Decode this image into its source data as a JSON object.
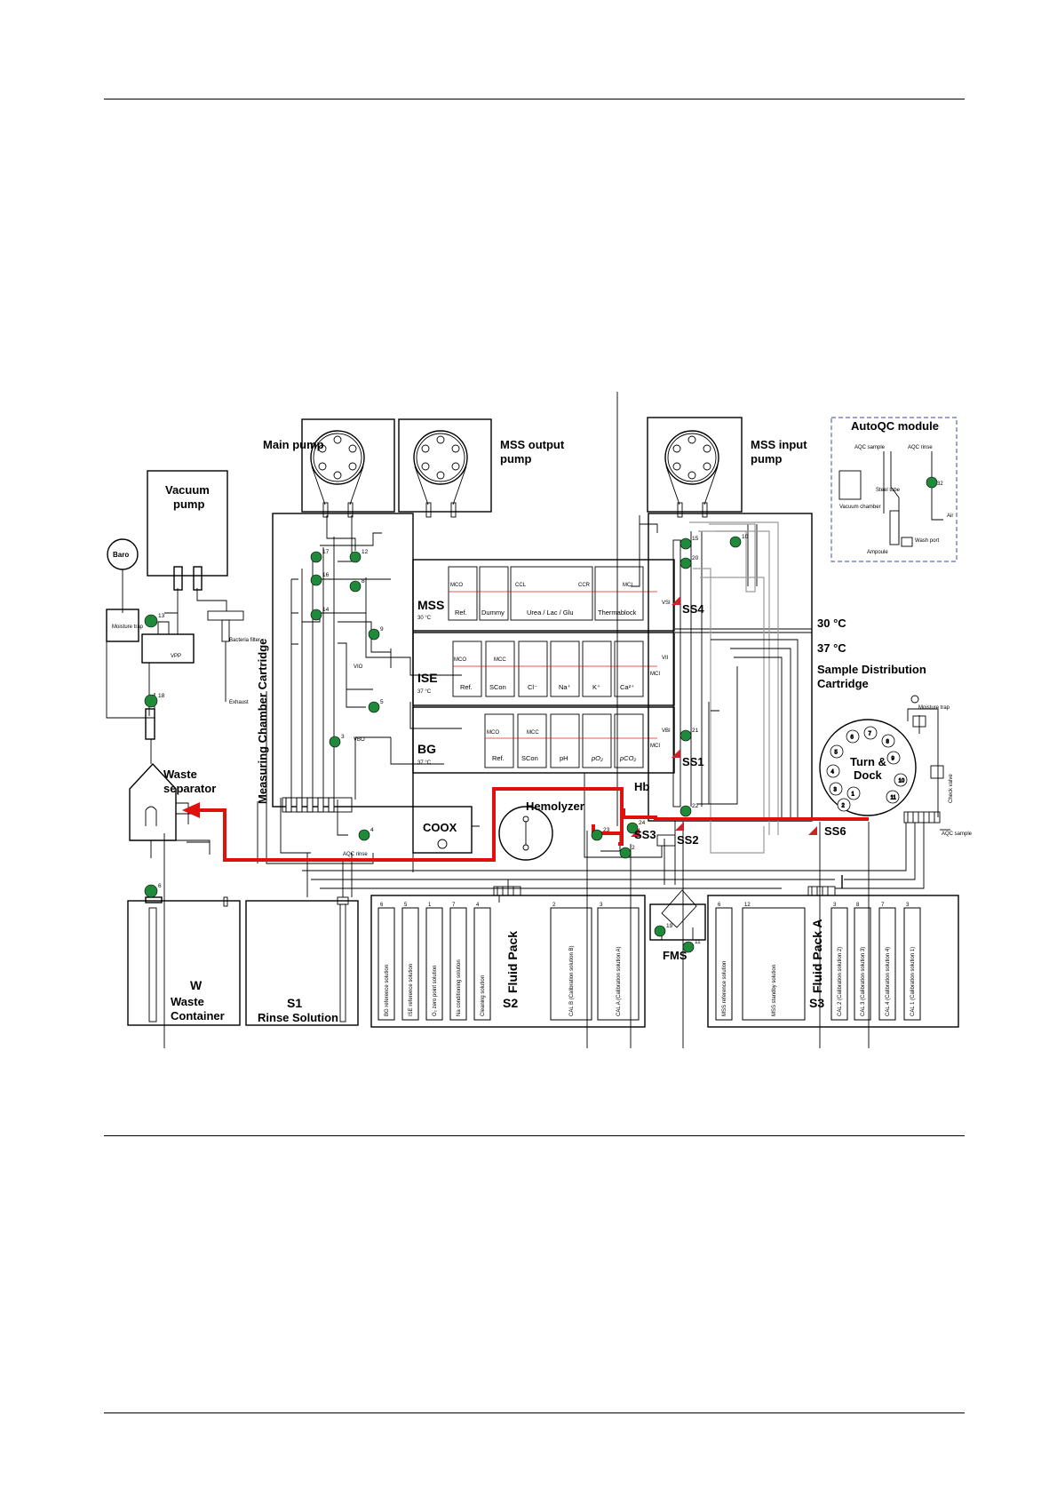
{
  "pumps": {
    "main": "Main pump",
    "mss_output": "MSS output pump",
    "mss_input": "MSS input pump",
    "vacuum": "Vacuum pump"
  },
  "components": {
    "baro": "Baro",
    "moisture_trap": "Moisture trap",
    "vpp": "VPP",
    "bacteria_filter": "Bacteria filter",
    "exhaust": "Exhaust",
    "waste_separator": "Waste separator",
    "measuring_chamber_cartridge": "Measuring Chamber Cartridge",
    "sample_distribution_cartridge": "Sample Distribution Cartridge",
    "turn_and_dock": "Turn & Dock",
    "hemolyzer": "Hemolyzer",
    "coox": "COOX",
    "hb": "Hb",
    "fms": "FMS",
    "aqc_rinse": "AQC rinse",
    "aqc_sample": "AQC sample",
    "check_valve": "Check valve",
    "moisture_trap_2": "Moisture trap"
  },
  "autoqc": {
    "title": "AutoQC module",
    "aqc_sample": "AQC sample",
    "aqc_rinse": "AQC rinse",
    "vacuum_chamber": "Vacuum chamber",
    "steel_tube": "Steel tube",
    "ampoule": "Ampoule",
    "wash_port": "Wash port",
    "air": "Air",
    "valve": "32"
  },
  "temperatures": {
    "t30": "30 °C",
    "t37": "37 °C"
  },
  "modules": {
    "mss": {
      "name": "MSS",
      "temp": "30 °C",
      "cells": [
        "Ref.",
        "Dummy",
        "Urea / Lac / Glu",
        "Thermablock"
      ],
      "tags": [
        "MCO",
        "CCL",
        "CCR",
        "MCI"
      ],
      "valve": "VSI",
      "sensor": "SS4"
    },
    "ise": {
      "name": "ISE",
      "temp": "37 °C",
      "cells": [
        "Ref.",
        "SCon",
        "Cl⁻",
        "Na⁺",
        "K⁺",
        "Ca²⁺"
      ],
      "tags": [
        "MCO",
        "MCC",
        "MCI"
      ],
      "valve_in": "VII",
      "valve_out": "VIO"
    },
    "bg": {
      "name": "BG",
      "temp": "37 °C",
      "cells": [
        "Ref.",
        "SCon",
        "pH",
        "pO₂",
        "pCO₂"
      ],
      "tags": [
        "MCO",
        "MCC",
        "MCI"
      ],
      "valve_in": "VBI",
      "valve_out": "VBO",
      "sensor": "SS1"
    }
  },
  "sensors": {
    "ss2": "SS2",
    "ss3": "SS3",
    "ss6": "SS6"
  },
  "valves": [
    "17",
    "12",
    "16",
    "8",
    "14",
    "9",
    "5",
    "3",
    "4",
    "13",
    "18",
    "6",
    "15",
    "20",
    "10",
    "21",
    "22",
    "24",
    "23",
    "2",
    "19",
    "11"
  ],
  "turn_dock_positions": [
    "6",
    "7",
    "8",
    "5",
    "9",
    "4",
    "10",
    "3",
    "11",
    "2",
    "1"
  ],
  "containers": {
    "waste": {
      "code": "W",
      "name": "Waste Container"
    },
    "rinse": {
      "code": "S1",
      "name": "Rinse Solution"
    }
  },
  "fluid_pack_s2": {
    "code": "S2",
    "title": "Fluid Pack",
    "solutions": [
      {
        "num": "6",
        "name": "BG reference solution"
      },
      {
        "num": "5",
        "name": "ISE reference solution"
      },
      {
        "num": "1",
        "name": "O₂ zero point solution"
      },
      {
        "num": "7",
        "name": "Na conditioning solution"
      },
      {
        "num": "4",
        "name": "Cleaning solution"
      },
      {
        "num": "2",
        "name": "CAL B (Calibration solution B)"
      },
      {
        "num": "3",
        "name": "CAL A (Calibration solution A)"
      }
    ]
  },
  "fluid_pack_s3": {
    "code": "S3",
    "title": "Fluid Pack A",
    "solutions": [
      {
        "num": "6",
        "name": "MSS reference solution"
      },
      {
        "num": "12",
        "name": "MSS standby solution"
      },
      {
        "num": "3",
        "name": "CAL 2 (Calibration solution 2)"
      },
      {
        "num": "8",
        "name": "CAL 3 (Calibration solution 3)"
      },
      {
        "num": "7",
        "name": "CAL 4 (Calibration solution 4)"
      },
      {
        "num": "3",
        "name": "CAL 1 (Calibration solution 1)"
      }
    ]
  },
  "colors": {
    "flow_path": "#e0110d",
    "valve": "#1f8a3a",
    "sensor": "#c8242a",
    "grey_line": "#9a9a9a",
    "dash": "#5b6fa8"
  }
}
